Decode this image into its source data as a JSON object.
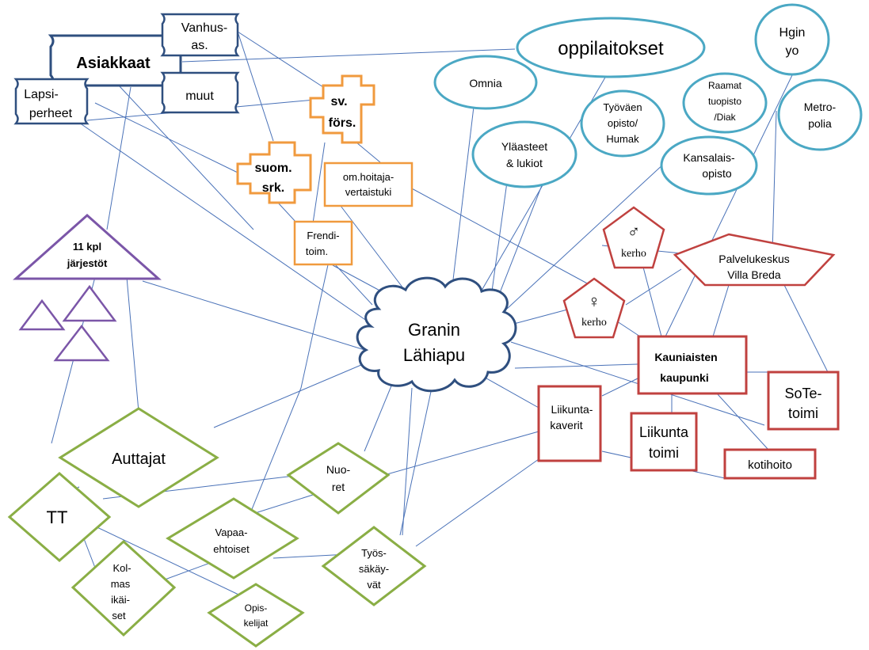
{
  "colors": {
    "line": "#4a72b8",
    "asiakkaat": "#2f4f7f",
    "oppilaitos": "#4ba8c4",
    "orange": "#f09a3e",
    "purple": "#7b56a8",
    "green": "#8aae45",
    "red": "#c0413f",
    "cloud": "#2f4f7f"
  },
  "nodes": {
    "asiakkaat": "Asiakkaat",
    "vanhus": [
      "Vanhus-",
      "as."
    ],
    "lapsi": [
      "Lapsi-",
      "perheet"
    ],
    "muut": "muut",
    "sv": [
      "sv.",
      "förs."
    ],
    "suom": [
      "suom.",
      "srk."
    ],
    "omhoitaja": [
      "om.hoitaja-",
      "vertaistuki"
    ],
    "frendi": [
      "Frendi-",
      "toim."
    ],
    "jarjestot": [
      "11 kpl",
      "järjestöt"
    ],
    "oppilaitokset": "oppilaitokset",
    "omnia": "Omnia",
    "hgin": [
      "Hgin",
      "yo"
    ],
    "raamat": [
      "Raamat",
      "tuopisto",
      "/Diak"
    ],
    "metropolia": [
      "Metro-",
      "polia"
    ],
    "tyovaen": [
      "Työväen",
      "opisto/",
      "Humak"
    ],
    "ylaasteet": [
      "Yläasteet",
      "& lukiot"
    ],
    "kansalais": [
      "Kansalais-",
      "opisto"
    ],
    "kerho_m": "kerho",
    "kerho_f": "kerho",
    "male_symbol": "♂",
    "female_symbol": "♀",
    "villa": [
      "Palvelukeskus",
      "Villa Breda"
    ],
    "granin": [
      "Granin",
      "Lähiapu"
    ],
    "kauniaisten": [
      "Kauniaisten",
      "kaupunki"
    ],
    "sote": [
      "SoTe-",
      "toimi"
    ],
    "liikuntakaverit": [
      "Liikunta-",
      "kaverit"
    ],
    "liikuntatoimi": [
      "Liikunta",
      "toimi"
    ],
    "kotihoito": "kotihoito",
    "auttajat": "Auttajat",
    "tt": "TT",
    "nuoret": [
      "Nuo-",
      "ret"
    ],
    "vapaa": [
      "Vapaa-",
      "ehtoiset"
    ],
    "tyossa": [
      "Työs-",
      "säkäy-",
      "vät"
    ],
    "kolmas": [
      "Kol-",
      "mas",
      "ikäi-",
      "set"
    ],
    "opiskelijat": [
      "Opis-",
      "kelijat"
    ]
  }
}
